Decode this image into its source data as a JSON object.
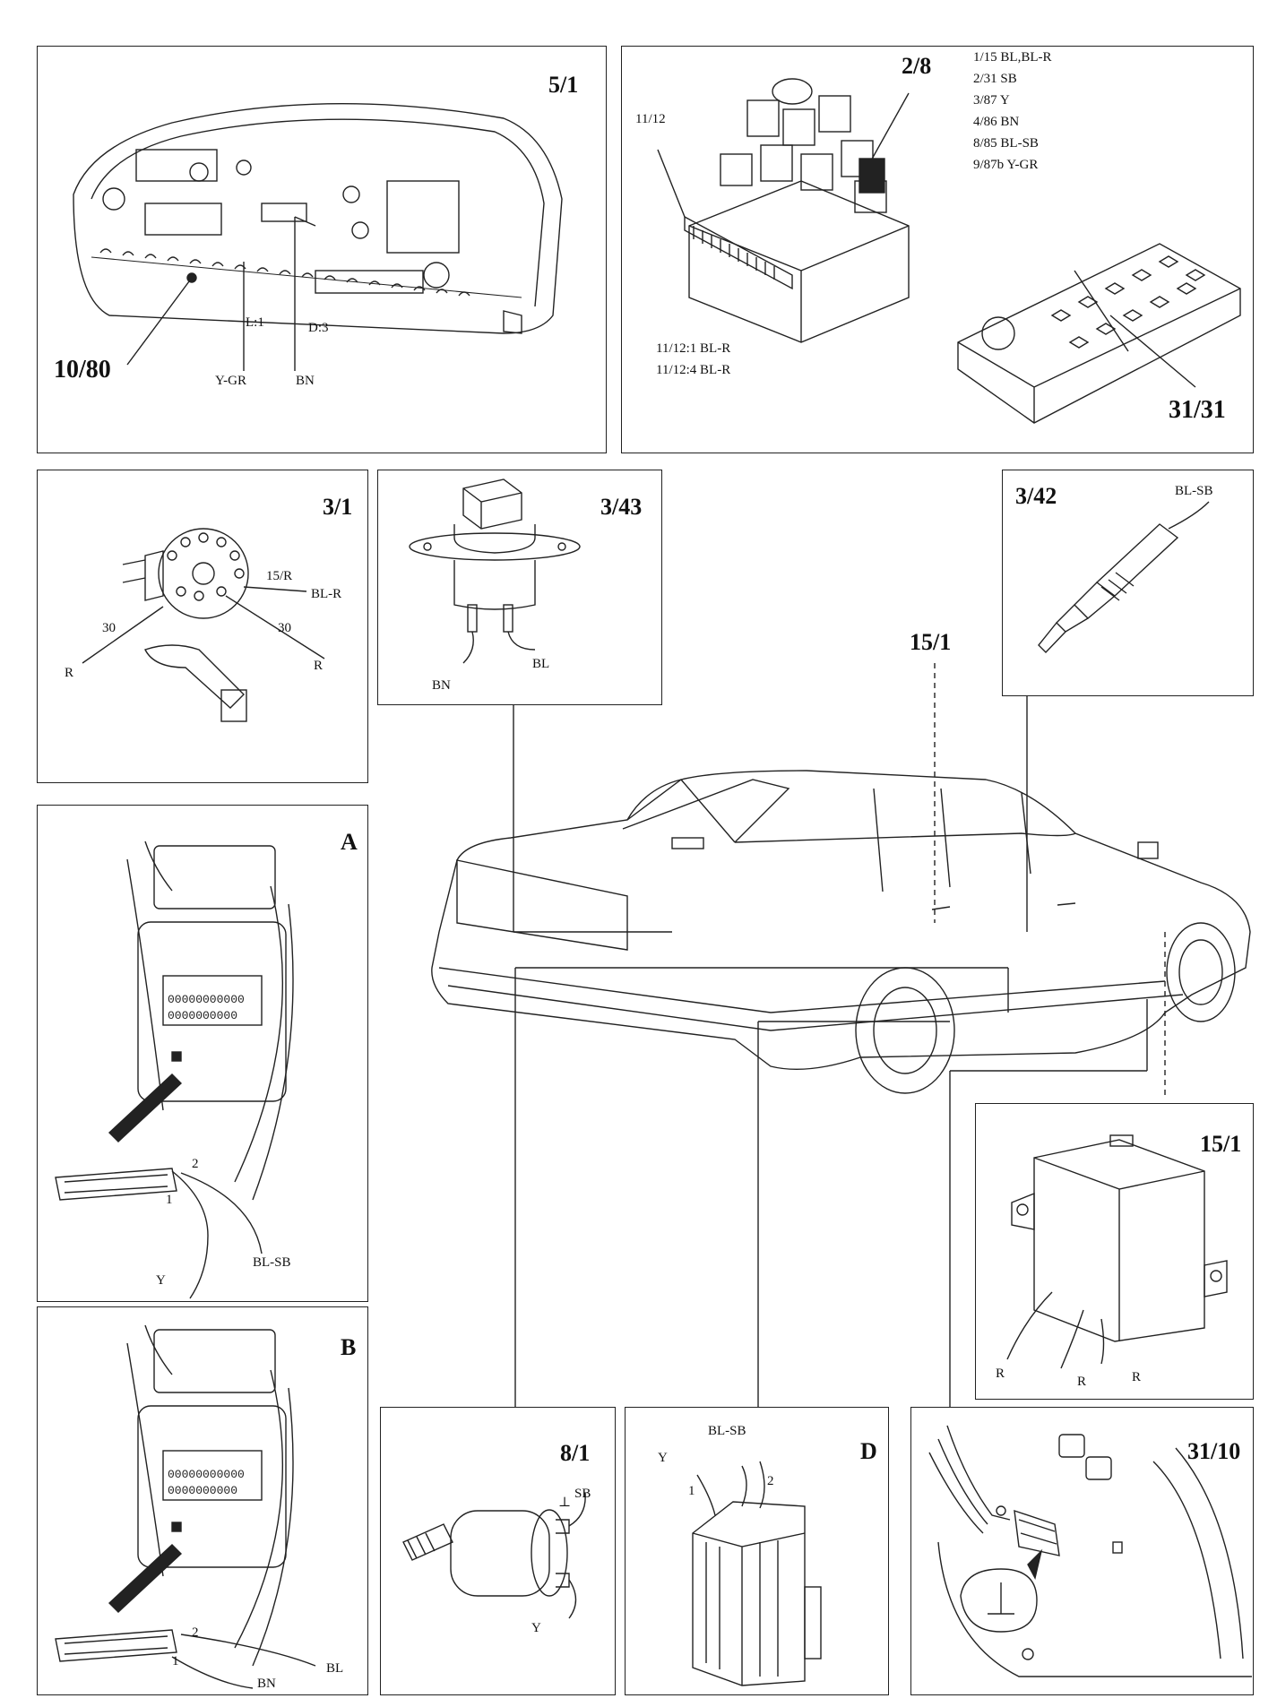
{
  "panels": {
    "p5_1": {
      "id": "5/1",
      "callout": "10/80",
      "labels": {
        "l1": "L:1",
        "d3": "D:3",
        "ygr": "Y-GR",
        "bn": "BN"
      }
    },
    "p2_8": {
      "id": "2/8",
      "sub": "11/12",
      "callout": "31/31",
      "legend": [
        "1/15 BL,BL-R",
        "2/31 SB",
        "3/87 Y",
        "4/86 BN",
        "8/85 BL-SB",
        "9/87b Y-GR"
      ],
      "legend2": [
        "11/12:1 BL-R",
        "11/12:4 BL-R"
      ]
    },
    "p3_1": {
      "id": "3/1",
      "labels": {
        "r15": "15/R",
        "blr": "BL-R",
        "n30a": "30",
        "n30b": "30",
        "ra": "R",
        "rb": "R"
      }
    },
    "p3_43": {
      "id": "3/43",
      "labels": {
        "bn": "BN",
        "bl": "BL"
      }
    },
    "p3_42": {
      "id": "3/42",
      "labels": {
        "blsb": "BL-SB"
      }
    },
    "car": {
      "callout": "15/1"
    },
    "pA": {
      "id": "A",
      "labels": {
        "n1": "1",
        "n2": "2",
        "y": "Y",
        "blsb": "BL-SB"
      }
    },
    "pB": {
      "id": "B",
      "labels": {
        "n1": "1",
        "n2": "2",
        "bn": "BN",
        "bl": "BL"
      }
    },
    "p15_1": {
      "id": "15/1",
      "labels": {
        "r1": "R",
        "r2": "R",
        "r3": "R"
      }
    },
    "p8_1": {
      "id": "8/1",
      "labels": {
        "sb": "SB",
        "gnd": "⊥",
        "y": "Y"
      }
    },
    "pD": {
      "id": "D",
      "labels": {
        "blsb": "BL-SB",
        "y": "Y",
        "n1": "1",
        "n2": "2"
      }
    },
    "p31_10": {
      "id": "31/10"
    }
  }
}
